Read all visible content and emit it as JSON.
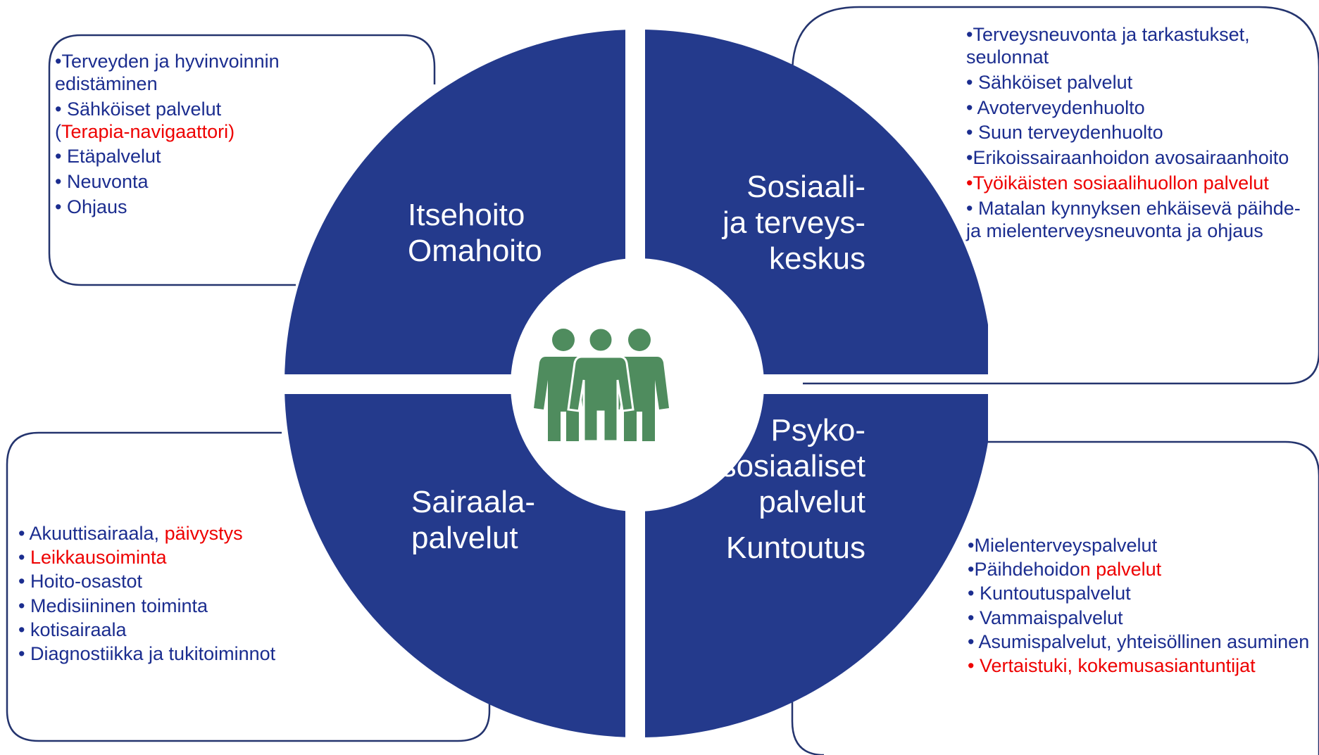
{
  "colors": {
    "wheel": "#243a8c",
    "text_blue": "#1b2d8f",
    "text_red": "#ee0000",
    "frame": "#24346e",
    "people": "#4f8c5e"
  },
  "center_icon": "people-group-icon",
  "quadrants": {
    "top_left": [
      "Itsehoito",
      "Omahoito"
    ],
    "top_right": [
      "Sosiaali-",
      "ja terveys-",
      "keskus"
    ],
    "bottom_left": [
      "Sairaala-",
      "palvelut"
    ],
    "bottom_right": [
      "Psyko-",
      "sosiaaliset",
      "palvelut",
      "Kuntoutus"
    ]
  },
  "boxes": {
    "top_left": [
      [
        {
          "t": "•Terveyden ja hyvinvoinnin edistäminen",
          "c": "blue"
        }
      ],
      [
        {
          "t": "• Sähköiset palvelut (",
          "c": "blue"
        },
        {
          "t": "Terapia-navigaattori)",
          "c": "red"
        }
      ],
      [
        {
          "t": "• Etäpalvelut",
          "c": "blue"
        }
      ],
      [
        {
          "t": "• Neuvonta",
          "c": "blue"
        }
      ],
      [
        {
          "t": "• Ohjaus",
          "c": "blue"
        }
      ]
    ],
    "top_right": [
      [
        {
          "t": "•Terveysneuvonta ja tarkastukset, seulonnat",
          "c": "blue"
        }
      ],
      [
        {
          "t": "• Sähköiset palvelut",
          "c": "blue"
        }
      ],
      [
        {
          "t": "• Avoterveydenhuolto",
          "c": "blue"
        }
      ],
      [
        {
          "t": "• Suun terveydenhuolto",
          "c": "blue"
        }
      ],
      [
        {
          "t": "•Erikoissairaanhoidon avosairaanhoito",
          "c": "blue"
        }
      ],
      [
        {
          "t": "•Työikäisten sosiaalihuollon palvelut",
          "c": "red"
        }
      ],
      [
        {
          "t": "• Matalan kynnyksen ehkäisevä päihde- ja mielenterveysneuvonta ja ohjaus",
          "c": "blue"
        }
      ]
    ],
    "bottom_left": [
      [
        {
          "t": "• Akuuttisairaala, ",
          "c": "blue"
        },
        {
          "t": "päivystys",
          "c": "red"
        }
      ],
      [
        {
          "t": "• ",
          "c": "blue"
        },
        {
          "t": "Leikkausoiminta",
          "c": "red"
        }
      ],
      [
        {
          "t": "• Hoito-osastot",
          "c": "blue"
        }
      ],
      [
        {
          "t": "• Medisiininen toiminta",
          "c": "blue"
        }
      ],
      [
        {
          "t": "• kotisairaala",
          "c": "blue"
        }
      ],
      [
        {
          "t": "• Diagnostiikka ja tukitoiminnot",
          "c": "blue"
        }
      ]
    ],
    "bottom_right": [
      [
        {
          "t": "•Mielenterveyspalvelut",
          "c": "blue"
        }
      ],
      [
        {
          "t": "•Päihdehoido",
          "c": "blue"
        },
        {
          "t": "n palvelut",
          "c": "red"
        }
      ],
      [
        {
          "t": "• Kuntoutuspalvelut",
          "c": "blue"
        }
      ],
      [
        {
          "t": "• Vammaispalvelut",
          "c": "blue"
        }
      ],
      [
        {
          "t": "• Asumispalvelut, yhteisöllinen asuminen",
          "c": "blue"
        }
      ],
      [
        {
          "t": "• Vertaistuki, kokemusasiantuntijat",
          "c": "red"
        }
      ]
    ]
  }
}
